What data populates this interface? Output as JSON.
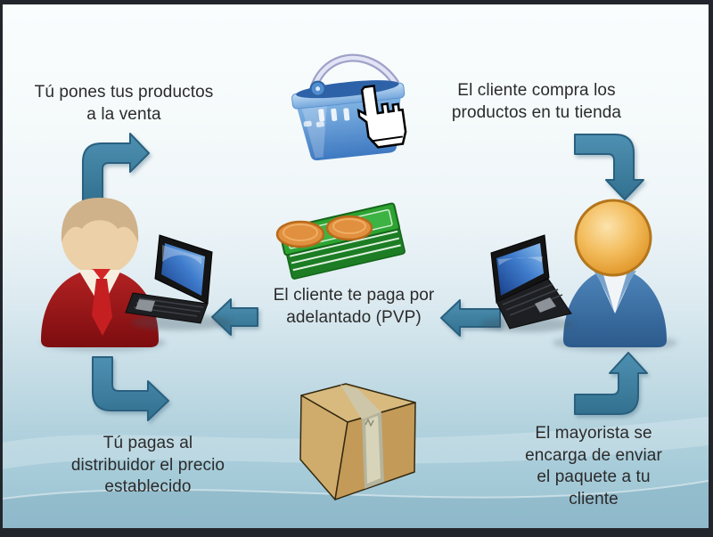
{
  "slide": {
    "type": "dropshipping-cycle-diagram",
    "captions": {
      "top_left": "Tú pones tus productos\na la venta",
      "top_right": "El cliente compra los\nproductos en tu tienda",
      "middle": "El cliente te paga por\nadelantado (PVP)",
      "bottom_left": "Tú pagas al\ndistribuidor el precio\nestablecido",
      "bottom_right": "El mayorista se\nencarga de enviar\nel paquete a tu\ncliente"
    },
    "icons": [
      {
        "name": "shopping-basket-icon"
      },
      {
        "name": "cursor-hand-icon"
      },
      {
        "name": "cash-money-icon"
      },
      {
        "name": "seller-avatar-icon"
      },
      {
        "name": "seller-laptop-icon"
      },
      {
        "name": "customer-avatar-icon"
      },
      {
        "name": "customer-laptop-icon"
      },
      {
        "name": "package-box-icon"
      },
      {
        "name": "arrow-up-right-icon"
      },
      {
        "name": "arrow-down-icon"
      },
      {
        "name": "arrow-left-to-seller-icon"
      },
      {
        "name": "arrow-left-to-center-icon"
      },
      {
        "name": "arrow-down-right-icon"
      },
      {
        "name": "arrow-up-icon"
      }
    ],
    "colors": {
      "arrow_fill": "#3d7e9f",
      "arrow_stroke": "#2a617f",
      "background_top": "#f9fcfd",
      "background_bottom": "#9dc4d3",
      "frame": "#22262c",
      "text": "#2b2b2b"
    }
  }
}
